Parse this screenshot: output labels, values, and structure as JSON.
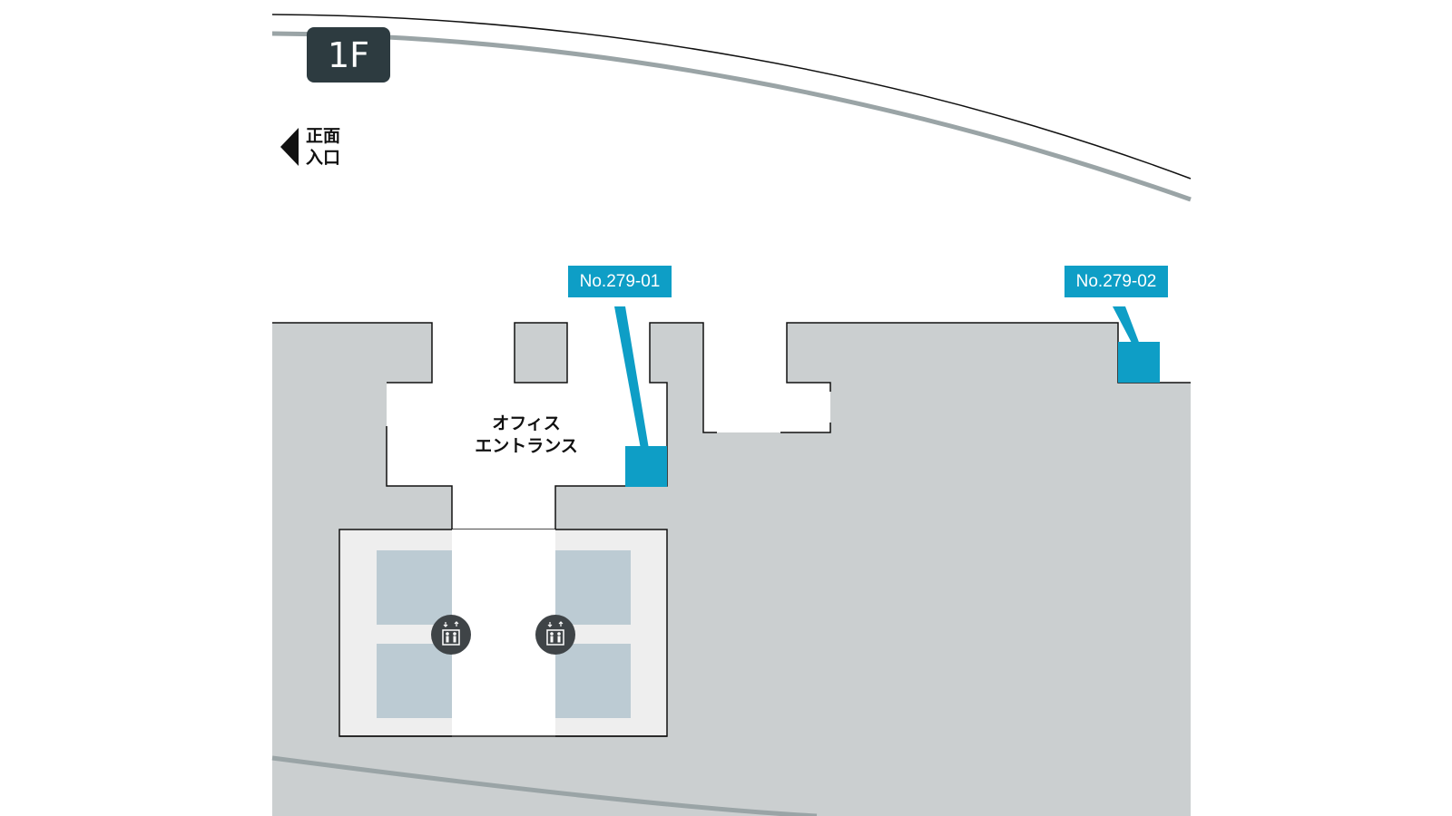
{
  "floor": {
    "label": "1F"
  },
  "entrance": {
    "line1": "正面",
    "line2": "入口"
  },
  "area": {
    "line1": "オフィス",
    "line2": "エントランス"
  },
  "spots": [
    {
      "id": "No.279-01"
    },
    {
      "id": "No.279-02"
    }
  ],
  "icons": {
    "elevator": "elevator-icon",
    "arrow": "arrow-left-icon"
  },
  "colors": {
    "building": "#cbcfd0",
    "accent": "#0e9ec6",
    "badge": "#2d3b40",
    "elevator_hall": "#eeeeee",
    "elevator_shaft": "#bccbd3",
    "road_line": "#9aa4a6"
  }
}
